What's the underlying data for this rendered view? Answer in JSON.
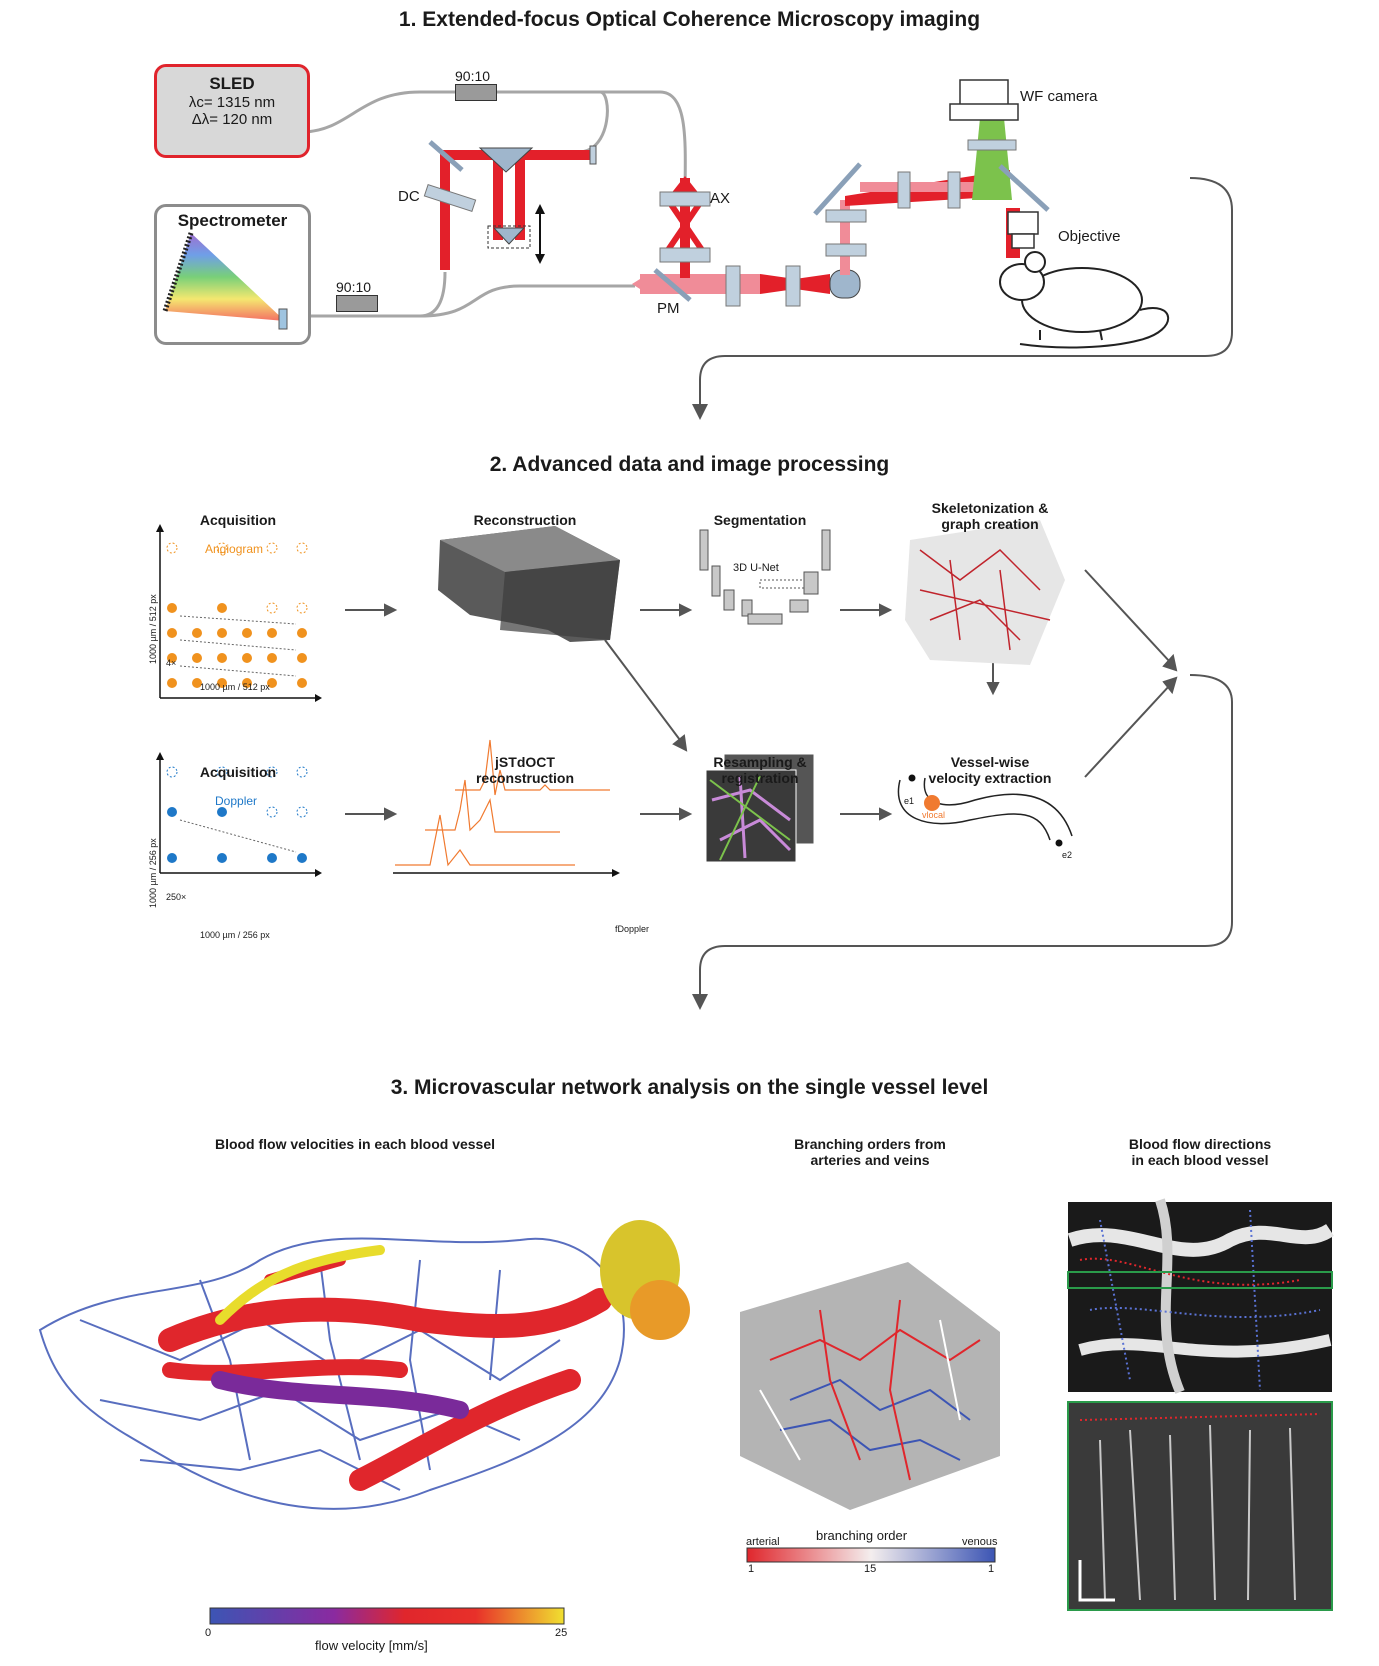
{
  "sections": {
    "s1_title": "1. Extended-focus Optical Coherence Microscopy imaging",
    "s2_title": "2. Advanced data and image processing",
    "s3_title": "3. Microvascular network analysis on the single vessel level"
  },
  "optics": {
    "sled_title": "SLED",
    "sled_line1": "λc= 1315 nm",
    "sled_line2": "Δλ= 120 nm",
    "spectrometer": "Spectrometer",
    "coupler_top": "90:10",
    "coupler_bottom": "90:10",
    "dc": "DC",
    "ax": "AX",
    "pm": "PM",
    "wf_camera": "WF camera",
    "objective": "Objective"
  },
  "processing": {
    "acq1": "Acquisition",
    "angiogram": "Angiogram",
    "acq1_y": "1000 µm / 512 px",
    "acq1_x": "1000 µm / 512 px",
    "acq1_rep": "4×",
    "reconstruction": "Reconstruction",
    "segmentation": "Segmentation",
    "unet": "3D U-Net",
    "skeleton_1": "Skeletonization &",
    "skeleton_2": "graph creation",
    "acq2": "Acquisition",
    "doppler": "Doppler",
    "acq2_y": "1000 µm / 256 px",
    "acq2_x": "1000 µm / 256 px",
    "acq2_rep": "250×",
    "jstd_1": "jSTdOCT",
    "jstd_2": "reconstruction",
    "fdoppler": "fDoppler",
    "resamp_1": "Resampling &",
    "resamp_2": "registration",
    "vessel_1": "Vessel-wise",
    "vessel_2": "velocity extraction",
    "e1": "e1",
    "e2": "e2",
    "vlocal": "vlocal"
  },
  "analysis": {
    "velocity_title": "Blood flow velocities in each blood vessel",
    "branch_title_1": "Branching orders from",
    "branch_title_2": "arteries and veins",
    "direction_title_1": "Blood flow directions",
    "direction_title_2": "in each blood vessel",
    "velocity_bar": {
      "label": "flow velocity [mm/s]",
      "min": "0",
      "max": "25"
    },
    "branch_bar": {
      "label": "branching order",
      "left": "arterial",
      "right": "venous",
      "t1": "1",
      "t2": "15",
      "t3": "1"
    }
  },
  "colors": {
    "laser_red": "#e3202a",
    "laser_pink": "#f08c98",
    "green_beam": "#7cc24c",
    "orange_dot": "#f0921e",
    "blue_dot": "#1e78c8",
    "artery": "#e0262c",
    "vein": "#3c55b4",
    "yellow_vessel": "#e8dc2c"
  }
}
